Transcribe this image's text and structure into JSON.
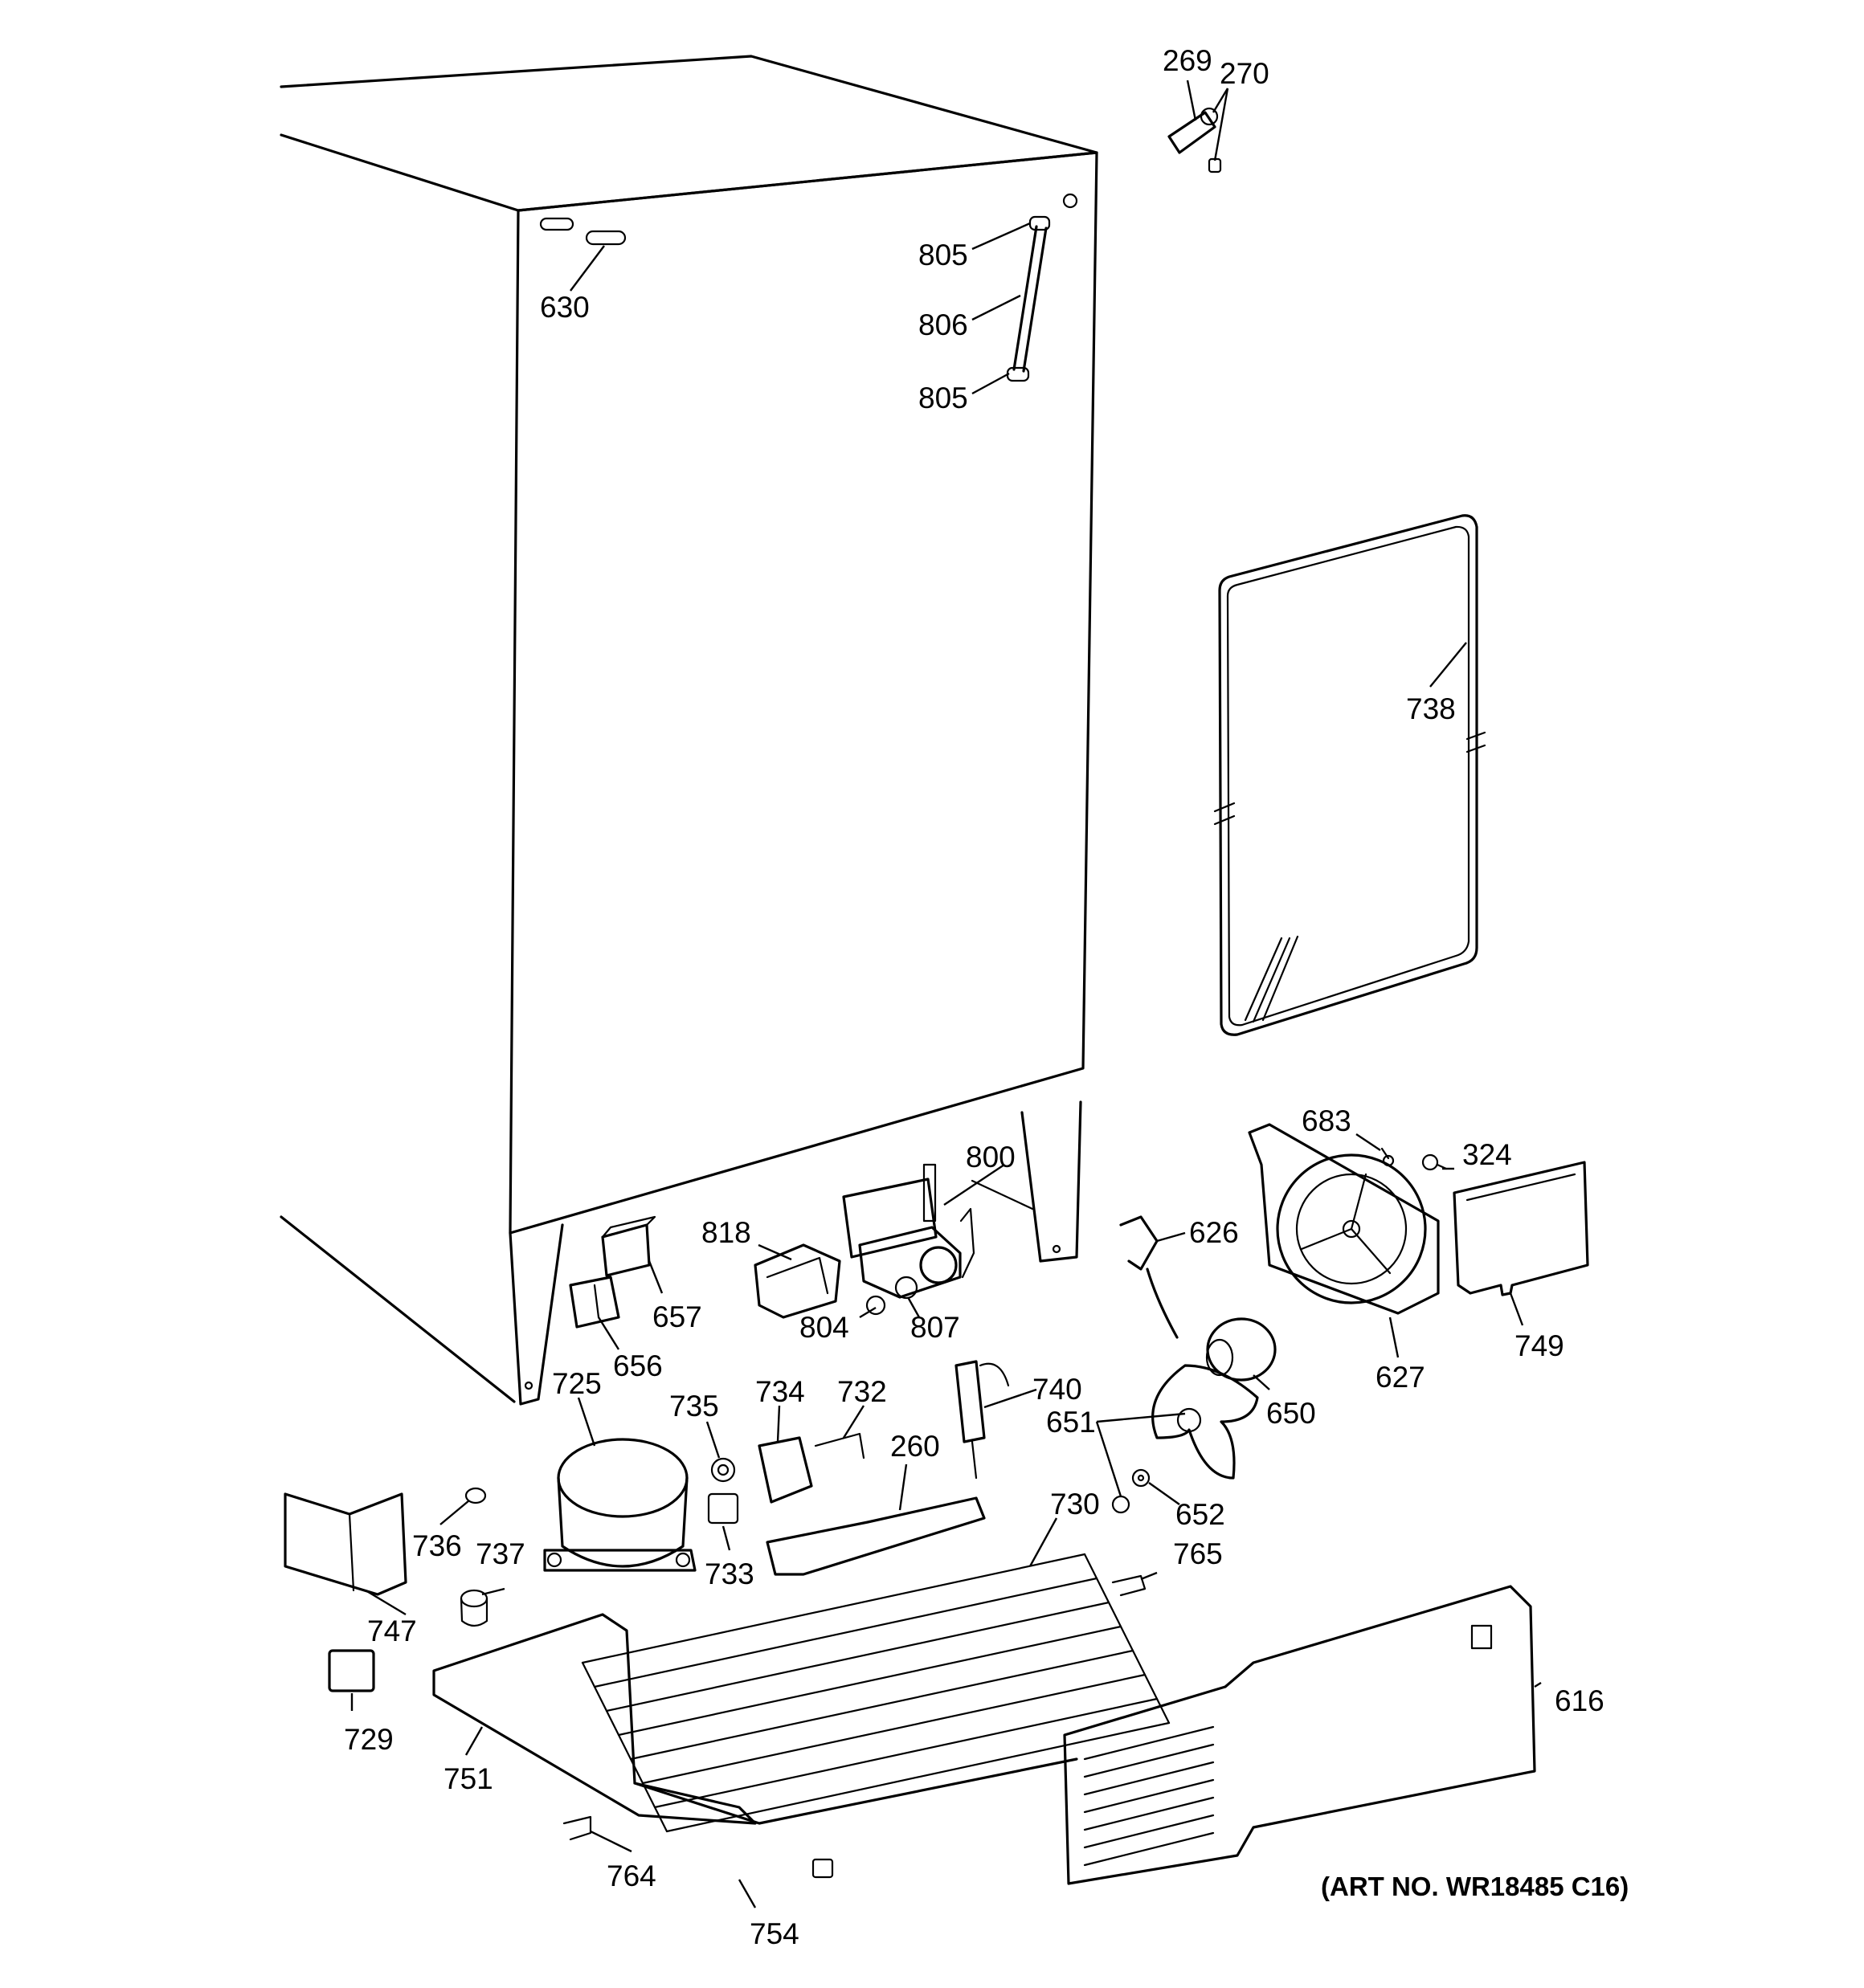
{
  "art_number": "(ART NO. WR18485 C16)",
  "callouts": {
    "c269": "269",
    "c270": "270",
    "c805a": "805",
    "c806": "806",
    "c805b": "805",
    "c630": "630",
    "c738": "738",
    "c683": "683",
    "c324": "324",
    "c800": "800",
    "c818": "818",
    "c626": "626",
    "c657": "657",
    "c804": "804",
    "c807": "807",
    "c656": "656",
    "c627": "627",
    "c749": "749",
    "c725": "725",
    "c735": "735",
    "c734": "734",
    "c732": "732",
    "c740": "740",
    "c650": "650",
    "c651": "651",
    "c260": "260",
    "c652": "652",
    "c730": "730",
    "c736": "736",
    "c737": "737",
    "c733": "733",
    "c765": "765",
    "c747": "747",
    "c616": "616",
    "c729": "729",
    "c751": "751",
    "c764": "764",
    "c754": "754"
  }
}
